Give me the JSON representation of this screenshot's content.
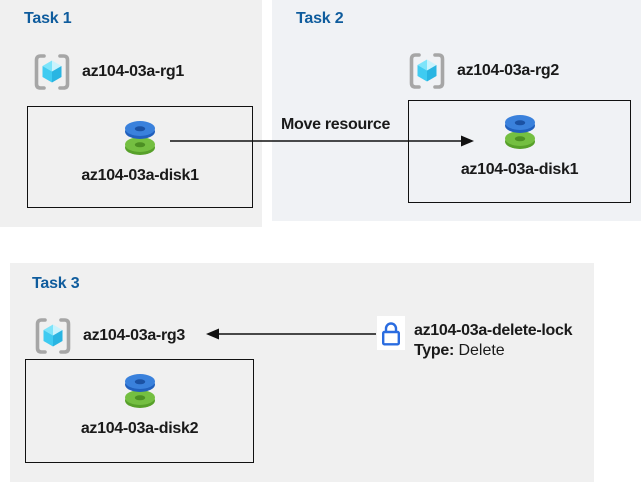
{
  "diagram": {
    "tasks": [
      {
        "title": "Task 1",
        "resource_group": "az104-03a-rg1",
        "disk": "az104-03a-disk1"
      },
      {
        "title": "Task 2",
        "resource_group": "az104-03a-rg2",
        "disk": "az104-03a-disk1"
      },
      {
        "title": "Task 3",
        "resource_group": "az104-03a-rg3",
        "disk": "az104-03a-disk2"
      }
    ],
    "move_arrow": {
      "label": "Move resource",
      "direction": "right"
    },
    "lock": {
      "name": "az104-03a-delete-lock",
      "type_label": "Type:",
      "type_value": "Delete",
      "direction": "left"
    },
    "icons": {
      "resource_group": "resource-group-icon",
      "disk": "disk-icon",
      "lock": "lock-icon",
      "move_arrow": "arrow-right-icon",
      "lock_arrow": "arrow-left-icon"
    },
    "colors": {
      "task_title": "#0f5c9d",
      "panel_bg": "#f0f0f0",
      "panel2_bg": "#f0f2f5",
      "text": "#1a1a1a",
      "disk_blue": "#3a81dc",
      "disk_green": "#74bf41",
      "cube_cyan": "#3fcbf1",
      "lock_blue": "#2a6ce0",
      "bracket_gray": "#a6a6a6"
    }
  }
}
